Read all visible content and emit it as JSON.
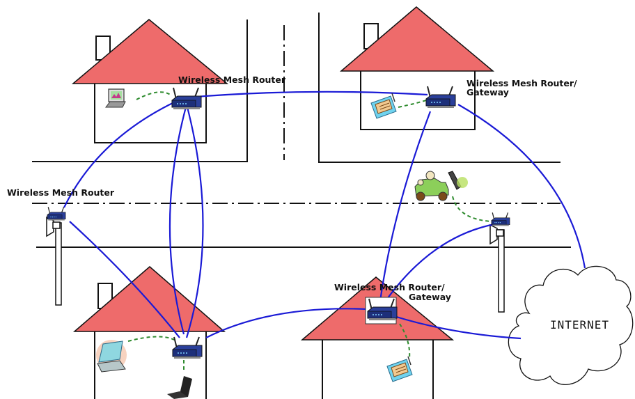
{
  "labels": {
    "router_top_left": "Wireless Mesh Router",
    "router_gateway_top_right": [
      "Wireless Mesh Router/",
      "Gateway"
    ],
    "router_pole_left": "Wireless Mesh Router",
    "router_gateway_bottom": [
      "Wireless Mesh Router/",
      "Gateway"
    ],
    "internet": "INTERNET"
  },
  "colors": {
    "roof": "#ee6b6b",
    "mesh_link": "#1a1ad6",
    "client_link": "#2e8b2e",
    "router_body": "#2a3f9a"
  },
  "icons": [
    "house-icon",
    "router-icon",
    "laptop-icon",
    "tablet-icon",
    "car-icon",
    "phone-icon",
    "cloud-icon",
    "antenna-pole-icon"
  ]
}
